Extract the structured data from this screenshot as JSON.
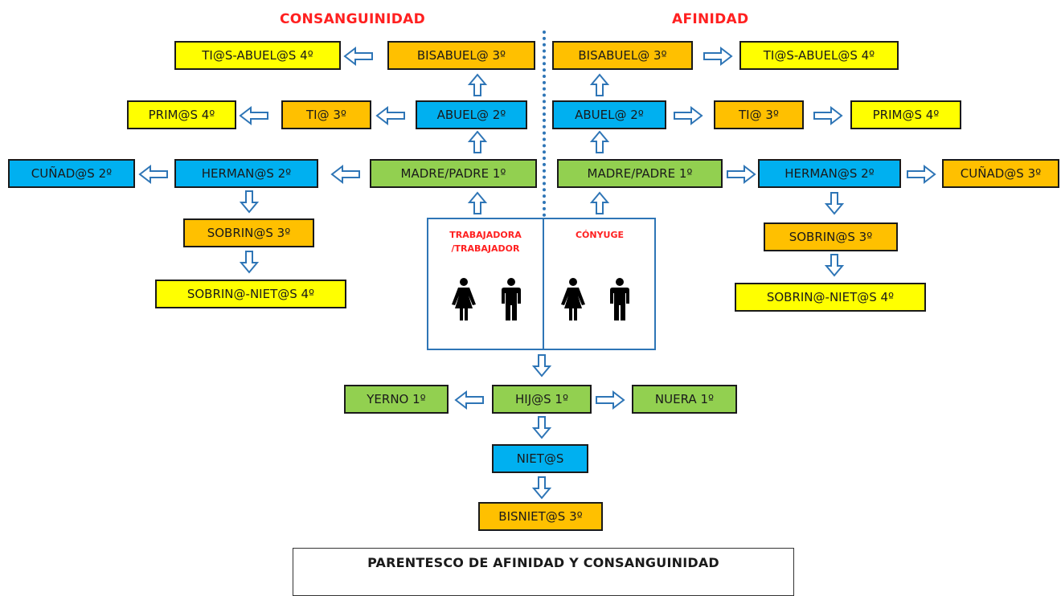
{
  "headers": {
    "consanguinidad": "CONSANGUINIDAD",
    "afinidad": "AFINIDAD"
  },
  "couple": {
    "worker_label": "TRABAJADORA\n/TRABAJADOR",
    "spouse_label": "CÓNYUGE"
  },
  "left": {
    "tios_abuelos": "TI@S-ABUEL@S 4º",
    "bisabuelo": "BISABUEL@ 3º",
    "primos": "PRIM@S 4º",
    "tio": "TI@ 3º",
    "abuelo": "ABUEL@ 2º",
    "cunados": "CUÑAD@S 2º",
    "hermanos": "HERMAN@S 2º",
    "madre_padre": "MADRE/PADRE 1º",
    "sobrinos": "SOBRIN@S 3º",
    "sobrino_nietos": "SOBRIN@-NIET@S 4º"
  },
  "right": {
    "bisabuelo": "BISABUEL@ 3º",
    "tios_abuelos": "TI@S-ABUEL@S 4º",
    "abuelo": "ABUEL@ 2º",
    "tio": "TI@ 3º",
    "primos": "PRIM@S 4º",
    "madre_padre": "MADRE/PADRE 1º",
    "hermanos": "HERMAN@S 2º",
    "cunados": "CUÑAD@S 3º",
    "sobrinos": "SOBRIN@S 3º",
    "sobrino_nietos": "SOBRIN@-NIET@S 4º"
  },
  "descendants": {
    "yerno": "YERNO 1º",
    "hijos": "HIJ@S 1º",
    "nuera": "NUERA 1º",
    "nietos": "NIET@S",
    "bisnietos": "BISNIET@S 3º"
  },
  "footer": {
    "title": "PARENTESCO DE AFINIDAD Y CONSANGUINIDAD"
  },
  "colors": {
    "yellow": "#ffff00",
    "orange": "#ffc000",
    "blue": "#00b0f0",
    "green": "#92d050",
    "arrow": "#2e75b6",
    "header_red": "#ff2020"
  }
}
